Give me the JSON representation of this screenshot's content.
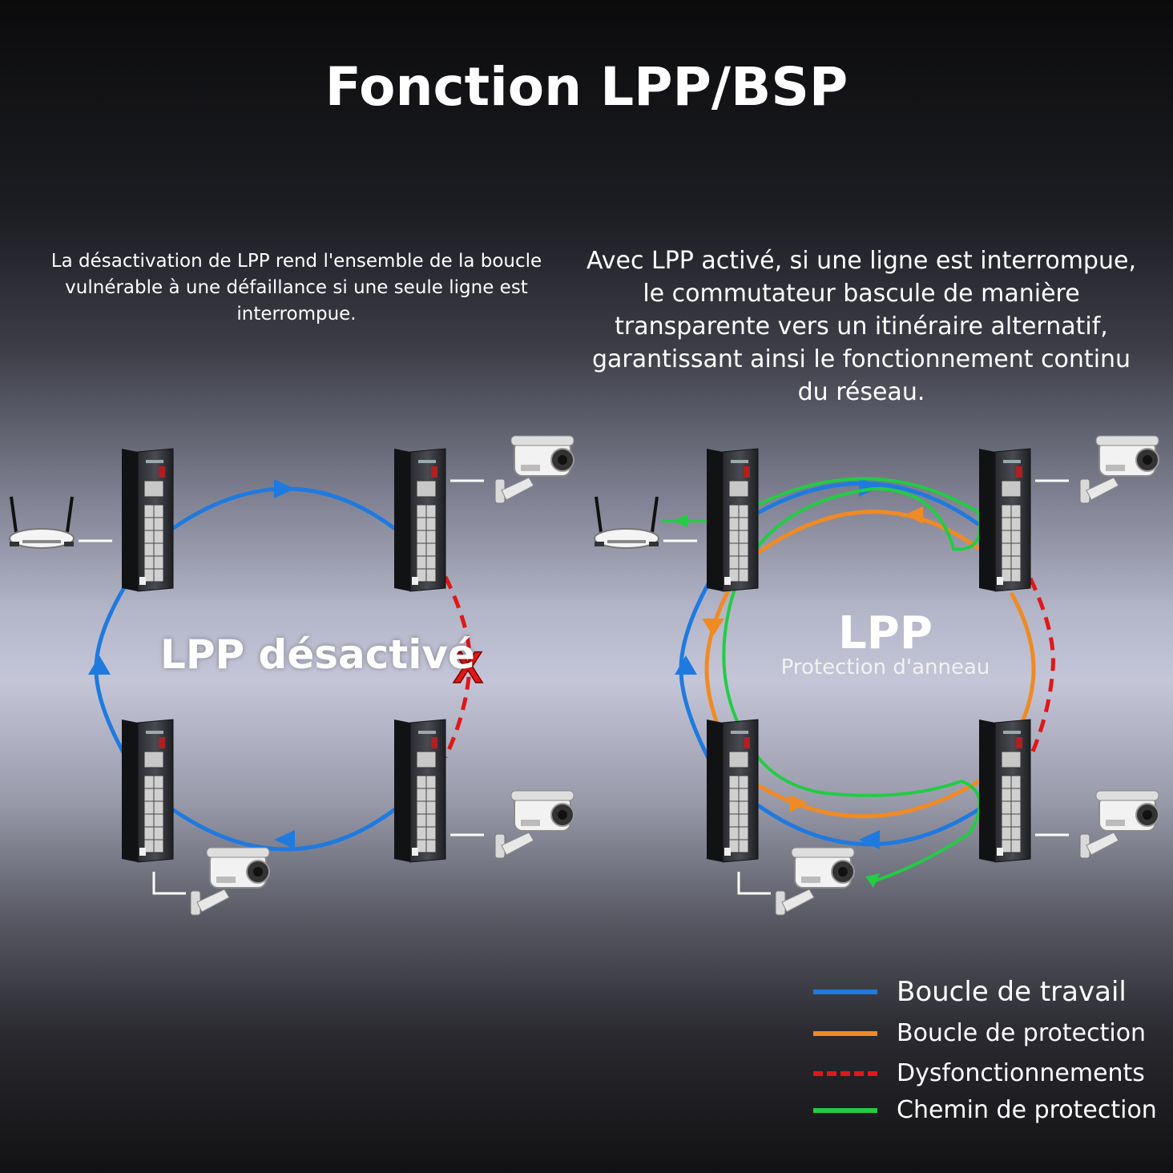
{
  "title": "Fonction LPP/BSP",
  "left": {
    "description": "La désactivation de LPP rend l'ensemble de la boucle vulnérable à une défaillance si une seule ligne est interrompue.",
    "label": "LPP désactivé",
    "fault_mark": "X"
  },
  "right": {
    "description": "Avec LPP activé, si une ligne est interrompue, le commutateur bascule de manière transparente vers un itinéraire alternatif, garantissant ainsi le fonctionnement continu du réseau.",
    "label": "LPP",
    "sublabel": "Protection d'anneau"
  },
  "legend": [
    {
      "label": "Boucle de travail",
      "color": "#1f7ae0",
      "style": "solid"
    },
    {
      "label": "Boucle de protection",
      "color": "#f08a24",
      "style": "solid"
    },
    {
      "label": "Dysfonctionnements",
      "color": "#e01818",
      "style": "dashed"
    },
    {
      "label": "Chemin de protection",
      "color": "#22cc44",
      "style": "solid"
    }
  ],
  "colors": {
    "working": "#1f7ae0",
    "protection": "#f08a24",
    "fault": "#e01818",
    "path": "#22cc44"
  },
  "icons": [
    "router-icon",
    "switch-icon",
    "camera-icon"
  ]
}
